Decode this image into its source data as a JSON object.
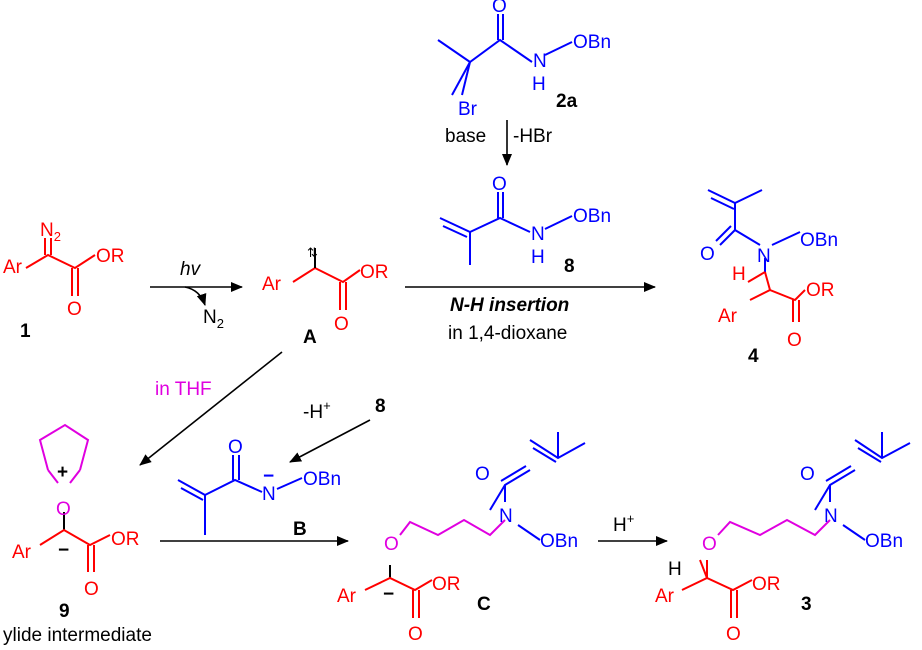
{
  "labels": {
    "c2a": "2a",
    "c1": "1",
    "cA": "A",
    "c8": "8",
    "c8b": "8",
    "c4": "4",
    "c9": "9",
    "cB": "B",
    "cC": "C",
    "c3": "3"
  },
  "atoms": {
    "N2": "N",
    "sub2": "2",
    "Ar": "Ar",
    "OR": "OR",
    "O": "O",
    "OBn": "OBn",
    "N": "N",
    "H": "H",
    "Br": "Br",
    "plus": "+",
    "minus": "−",
    "radical": "⇅"
  },
  "conditions": {
    "hv": "hv",
    "n2_release": "N",
    "base": "base",
    "hbr": "-HBr",
    "nh_insertion": "N-H insertion",
    "dioxane": "in 1,4-dioxane",
    "thf": "in THF",
    "minus_h": "-H",
    "h_plus": "H",
    "sup_plus": "+"
  },
  "captions": {
    "ylide": "ylide intermediate"
  },
  "colors": {
    "red": "#ff0000",
    "blue": "#0000ff",
    "magenta": "#e000e0",
    "black": "#000000"
  }
}
